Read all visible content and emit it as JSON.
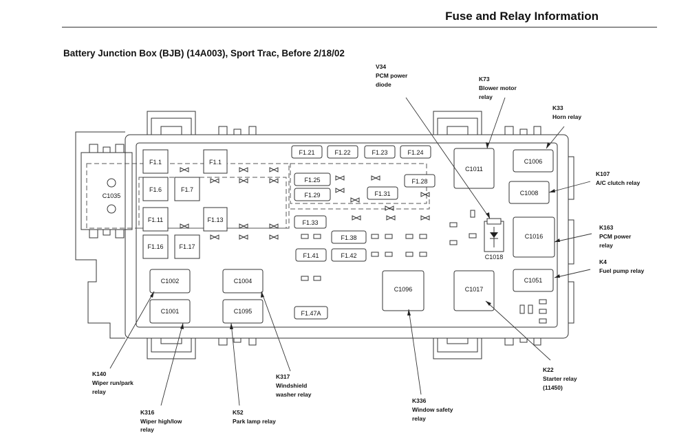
{
  "header": {
    "title": "Fuse and Relay Information"
  },
  "subtitle": "Battery Junction Box (BJB) (14A003), Sport Trac, Before 2/18/02",
  "fuses": {
    "f1_1a": "F1.1",
    "f1_1b": "F1.1",
    "f1_6": "F1.6",
    "f1_7": "F1.7",
    "f1_11": "F1.11",
    "f1_13": "F1.13",
    "f1_16": "F1.16",
    "f1_17": "F1.17",
    "f1_21": "F1.21",
    "f1_22": "F1.22",
    "f1_23": "F1.23",
    "f1_24": "F1.24",
    "f1_25": "F1.25",
    "f1_28": "F1.28",
    "f1_29": "F1.29",
    "f1_31": "F1.31",
    "f1_33": "F1.33",
    "f1_38": "F1.38",
    "f1_41": "F1.41",
    "f1_42": "F1.42",
    "f1_47a": "F1.47A"
  },
  "connectors": {
    "c1035": "C1035",
    "c1002": "C1002",
    "c1001": "C1001",
    "c1004": "C1004",
    "c1095": "C1095",
    "c1096": "C1096",
    "c1011": "C1011",
    "c1017": "C1017",
    "c1006": "C1006",
    "c1008": "C1008",
    "c1016": "C1016",
    "c1051": "C1051",
    "c1018": "C1018"
  },
  "callouts": {
    "v34": [
      "V34",
      "PCM power",
      "diode"
    ],
    "k73": [
      "K73",
      "Blower motor",
      "relay"
    ],
    "k33": [
      "K33",
      "Horn relay"
    ],
    "k107": [
      "K107",
      "A/C clutch relay"
    ],
    "k163": [
      "K163",
      "PCM power",
      "relay"
    ],
    "k4": [
      "K4",
      "Fuel pump relay"
    ],
    "k22": [
      "K22",
      "Starter relay",
      "(11450)"
    ],
    "k336": [
      "K336",
      "Window safety",
      "relay"
    ],
    "k317": [
      "K317",
      "Windshield",
      "washer relay"
    ],
    "k52": [
      "K52",
      "Park lamp relay"
    ],
    "k316": [
      "K316",
      "Wiper high/low",
      "relay"
    ],
    "k140": [
      "K140",
      "Wiper run/park",
      "relay"
    ]
  }
}
